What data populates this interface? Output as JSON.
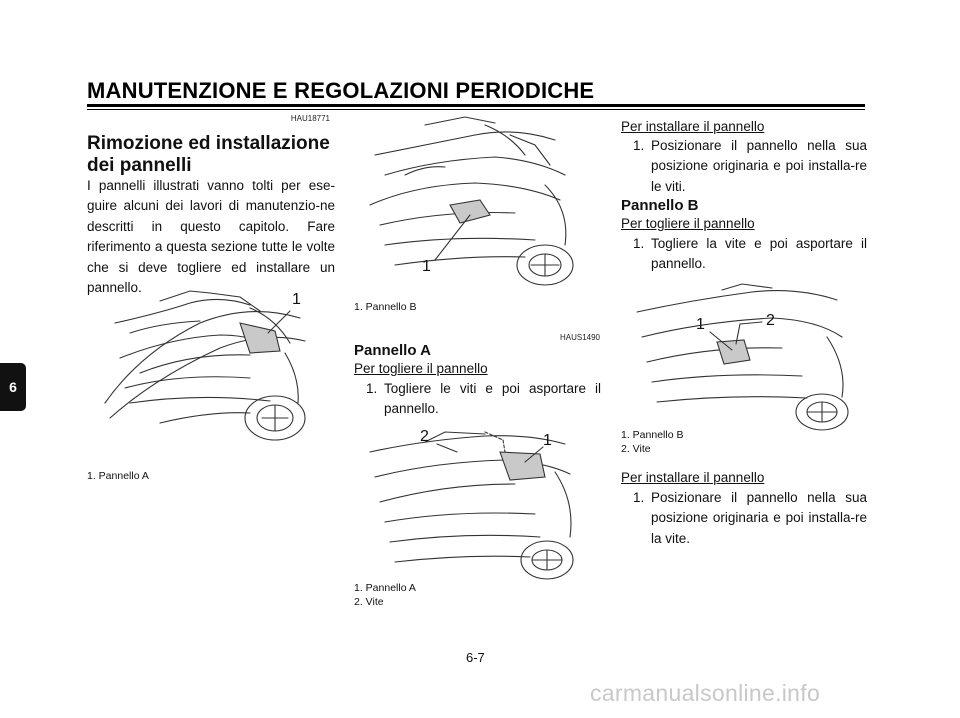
{
  "header": {
    "title": "MANUTENZIONE E REGOLAZIONI PERIODICHE"
  },
  "side_tab": "6",
  "col1": {
    "code": "HAU18771",
    "title": "Rimozione ed installazione dei pannelli",
    "body": "I pannelli illustrati vanno tolti per ese-guire alcuni dei lavori di manutenzio-ne descritti in questo capitolo. Fare riferimento a questa sezione tutte le volte che si deve togliere ed installare un pannello.",
    "figure_label_1": "1",
    "caption": [
      "1. Pannello A"
    ]
  },
  "col2": {
    "figure_label_1": "1",
    "caption_top": [
      "1. Pannello B"
    ],
    "code": "HAUS1490",
    "section_title": "Pannello A",
    "remove_heading": "Per togliere il pannello",
    "remove_step_num": "1.",
    "remove_step": "Togliere le viti e poi asportare il pannello.",
    "figure2_label_1": "1",
    "figure2_label_2": "2",
    "caption_bottom": [
      "1. Pannello A",
      "2. Vite"
    ]
  },
  "col3": {
    "install_heading": "Per installare il pannello",
    "install_step_num": "1.",
    "install_step": "Posizionare il pannello nella sua posizione originaria e poi installa-re le viti.",
    "section_title": "Pannello B",
    "remove_heading": "Per togliere il pannello",
    "remove_step_num": "1.",
    "remove_step": "Togliere la vite e poi asportare il pannello.",
    "figure_label_1": "1",
    "figure_label_2": "2",
    "caption": [
      "1. Pannello B",
      "2. Vite"
    ],
    "install_heading_2": "Per installare il pannello",
    "install_step_2_num": "1.",
    "install_step_2": "Posizionare il pannello nella sua posizione originaria e poi installa-re la vite."
  },
  "page_number": "6-7",
  "watermark": "carmanualsonline.info"
}
